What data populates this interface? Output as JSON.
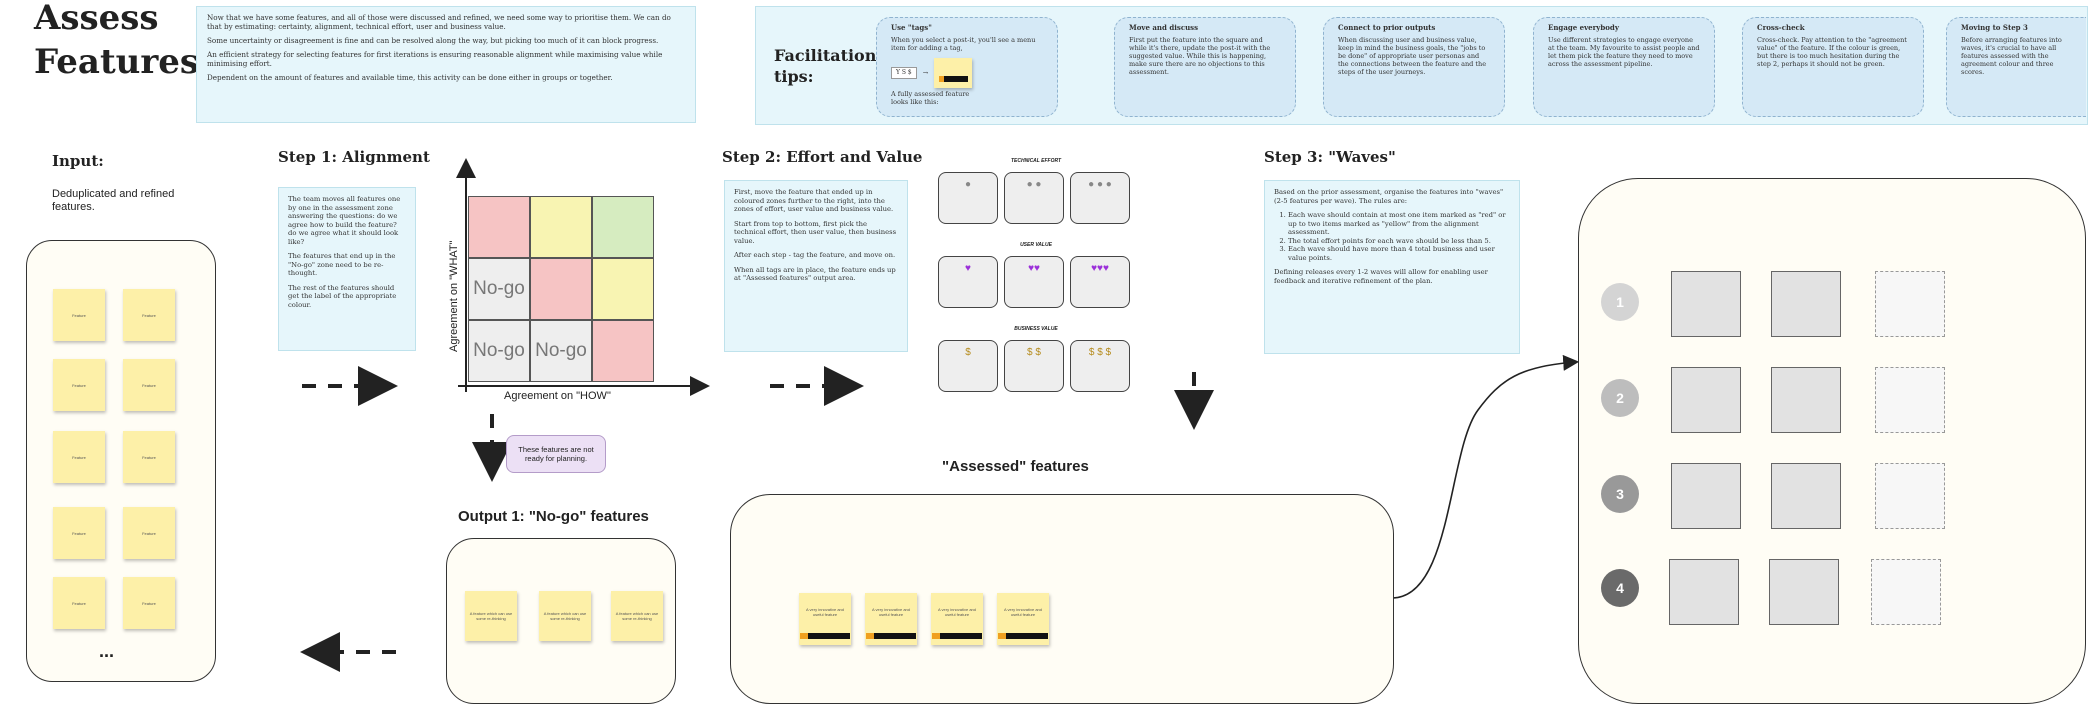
{
  "header": {
    "title_line1": "Assess",
    "title_line2": "Features",
    "intro": [
      "Now that we have some features, and all of those were discussed and refined, we need some way to prioritise them. We can do that by estimating: certainty, alignment, technical effort, user and business value.",
      "Some uncertainty or disagreement is fine and can be resolved along the way, but picking too much of it can block progress.",
      "An efficient strategy for selecting features for first iterations is ensuring reasonable alignment while maximising value while minimising effort.",
      "Dependent on the amount of features and available time, this activity can be done either in groups or together."
    ]
  },
  "facilitation": {
    "label_line1": "Facilitation",
    "label_line2": "tips:",
    "tips": [
      {
        "title": "Use \"tags\"",
        "text": "When you select a post-it, you'll see a menu item for adding a tag,",
        "extra": "A fully assessed feature looks like this:",
        "tag_demo": "Y S $"
      },
      {
        "title": "Move and discuss",
        "text": "First put the feature into the square and while it's there, update the post-it with the suggested value. While this is happening, make sure there are no objections to this assessment."
      },
      {
        "title": "Connect to prior outputs",
        "text": "When discussing user and business value, keep in mind the business goals, the \"jobs to be done\" of appropriate user personas and the connections between the feature and the steps of the user journeys."
      },
      {
        "title": "Engage everybody",
        "text": "Use different strategies to engage everyone at the team. My favourite to assist people and let them pick the feature they need to move across the assessment pipeline."
      },
      {
        "title": "Cross-check",
        "text": "Cross-check. Pay attention to the \"agreement value\" of the feature. If the colour is green, but there is too much hesitation during the step 2, perhaps it should not be green."
      },
      {
        "title": "Moving to Step 3",
        "text": "Before arranging features into waves, it's crucial to have all features assessed with the agreement colour and three scores."
      }
    ]
  },
  "input": {
    "heading": "Input:",
    "desc": "Deduplicated and refined features.",
    "sticky_label": "Feature",
    "more": "..."
  },
  "step1": {
    "heading": "Step 1: Alignment",
    "notes": [
      "The team moves all features one by one in the assessment zone answering the questions: do we agree how to build the feature? do we agree what it should look like?",
      "The features that end up in the \"No-go\" zone need to be re-thought.",
      "The rest of the features should get the label of the appropriate colour."
    ],
    "y_axis": "Agreement on \"WHAT\"",
    "x_axis": "Agreement on \"HOW\"",
    "nogo": "No-go",
    "ready_note": "These features are not ready for planning."
  },
  "step2": {
    "heading": "Step 2: Effort and Value",
    "notes": [
      "First, move the feature that ended up in coloured zones further to the right, into the zones of effort, user value and business value.",
      "Start from top to bottom, first pick the technical effort, then user value, then business value.",
      "After each step - tag the feature, and move on.",
      "When all tags are in place, the feature ends up at \"Assessed features\" output area."
    ],
    "captions": [
      "TECHNICAL EFFORT",
      "USER VALUE",
      "BUSINESS VALUE"
    ],
    "effort_marks": [
      "●",
      "● ●",
      "● ● ●"
    ],
    "user_marks": [
      "♥",
      "♥♥",
      "♥♥♥"
    ],
    "business_marks": [
      "$",
      "$ $",
      "$ $ $"
    ]
  },
  "assessed": {
    "heading": "\"Assessed\" features",
    "sticky_label": "A very innovative and useful feature"
  },
  "output1": {
    "heading": "Output 1: \"No-go\" features",
    "stickies": [
      "A feature which can use some re-thinking",
      "A feature which can use some re-thinking",
      "A feature which can use some re-thinking"
    ]
  },
  "step3": {
    "heading": "Step 3: \"Waves\"",
    "intro": "Based on the prior assessment, organise the features into \"waves\" (2-5 features per wave). The rules are:",
    "rules": [
      "Each wave should contain at most one item marked as \"red\" or up to two items marked as \"yellow\" from the alignment assessment.",
      "The total effort points for each wave should be less than 5.",
      "Each wave should have more than 4 total business and user value points."
    ],
    "outro": "Defining releases every 1-2 waves will allow for enabling user feedback and iterative refinement of the plan.",
    "waves": [
      "1",
      "2",
      "3",
      "4"
    ]
  },
  "colors": {
    "note_bg": "#e6f6fb",
    "sticky": "#fdf0a8",
    "red_zone": "#f6c4c4",
    "yellow_zone": "#f8f4b2",
    "green_zone": "#d6ecc0"
  }
}
